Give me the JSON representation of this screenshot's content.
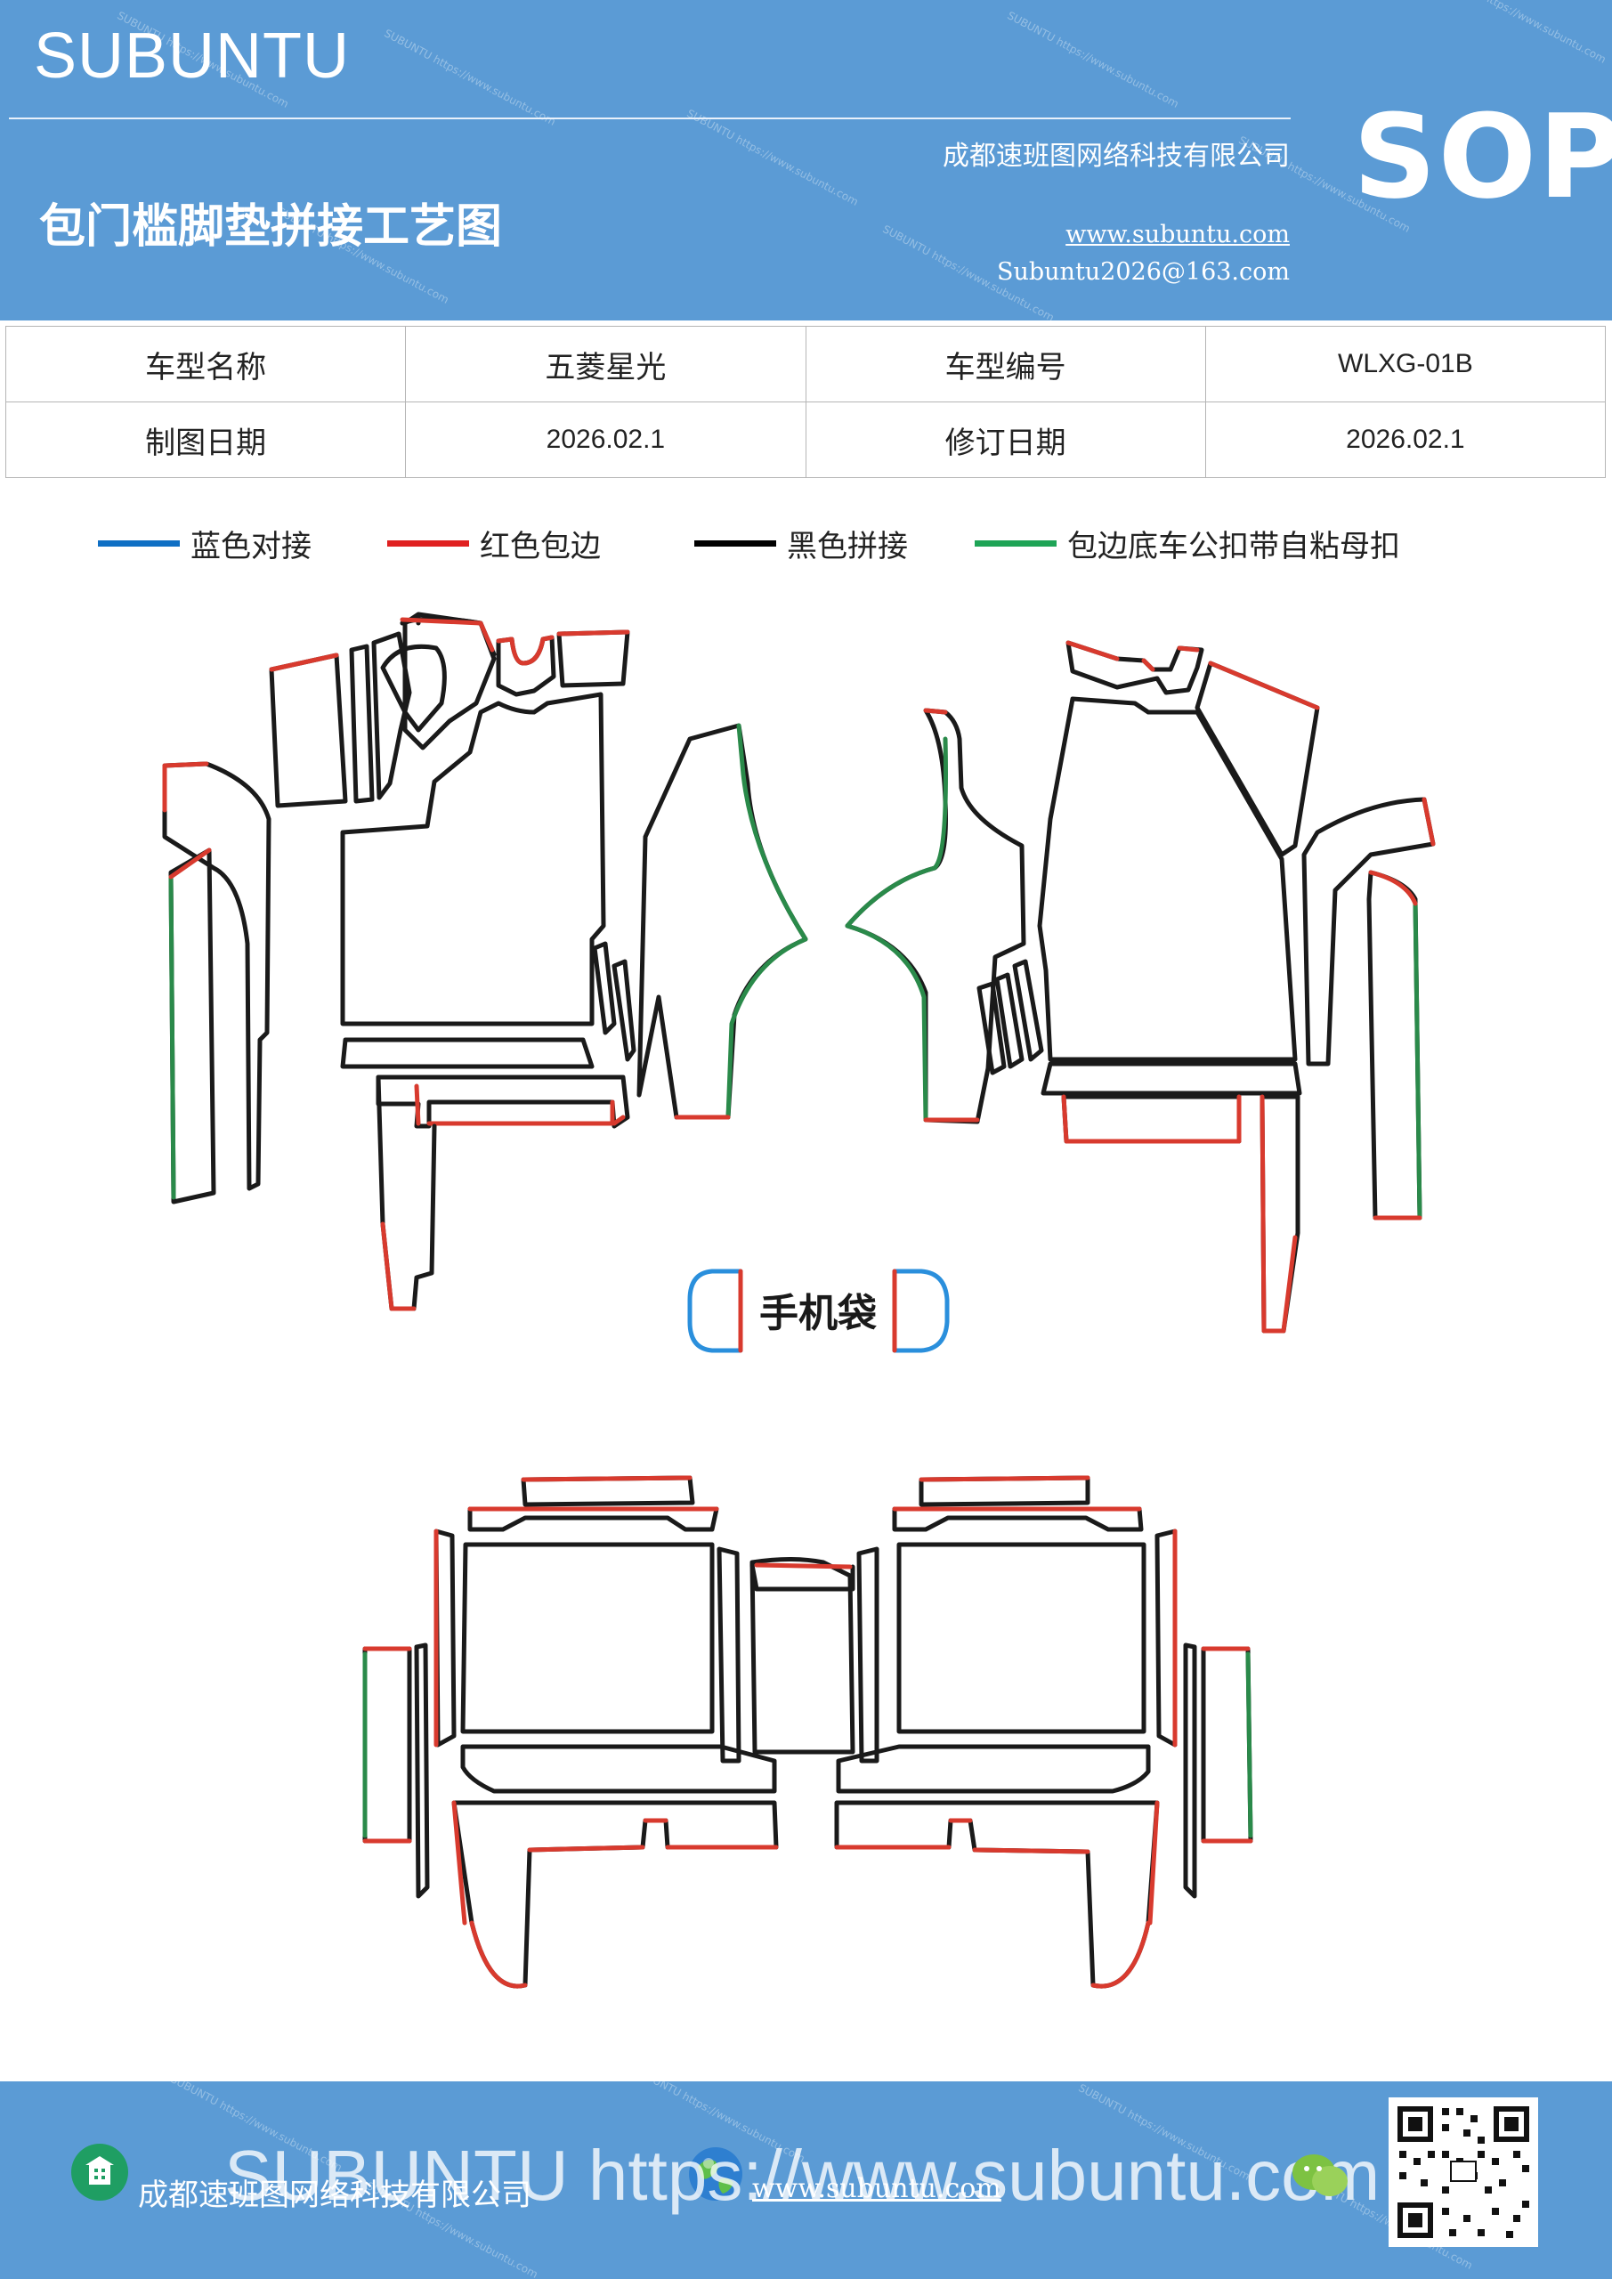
{
  "header": {
    "brand": "SUBUNTU",
    "company": "成都速班图网络科技有限公司",
    "title": "包门槛脚垫拼接工艺图",
    "website": "www.subuntu.com",
    "email": "Subuntu2026@163.com",
    "badge": "SOP",
    "watermark": "SUBUNTU https://www.subuntu.com"
  },
  "info_table": {
    "rows": [
      {
        "label1": "车型名称",
        "value1": "五菱星光",
        "label2": "车型编号",
        "value2": "WLXG-01B"
      },
      {
        "label1": "制图日期",
        "value1": "2026.02.1",
        "label2": "修订日期",
        "value2": "2026.02.1"
      }
    ]
  },
  "legend": [
    {
      "label": "蓝色对接",
      "color": "#0f6fc4"
    },
    {
      "label": "红色包边",
      "color": "#e02020"
    },
    {
      "label": "黑色拼接",
      "color": "#000000"
    },
    {
      "label": "包边底车公扣带自粘母扣",
      "color": "#1ea456"
    }
  ],
  "drawing": {
    "phone_bag_label": "手机袋",
    "colors": {
      "black": "#1a1a1a",
      "red": "#d83a2e",
      "green": "#2a8a4a",
      "blue": "#2a8fdc"
    }
  },
  "footer": {
    "company": "成都速班图网络科技有限公司",
    "website": "www.subuntu.com",
    "watermark": "SUBUNTU https://www.subuntu.com",
    "home_icon": "building-icon",
    "globe_icon": "globe-icon",
    "chat_icon": "wechat-icon",
    "qr_icon": "qr-code-icon"
  }
}
